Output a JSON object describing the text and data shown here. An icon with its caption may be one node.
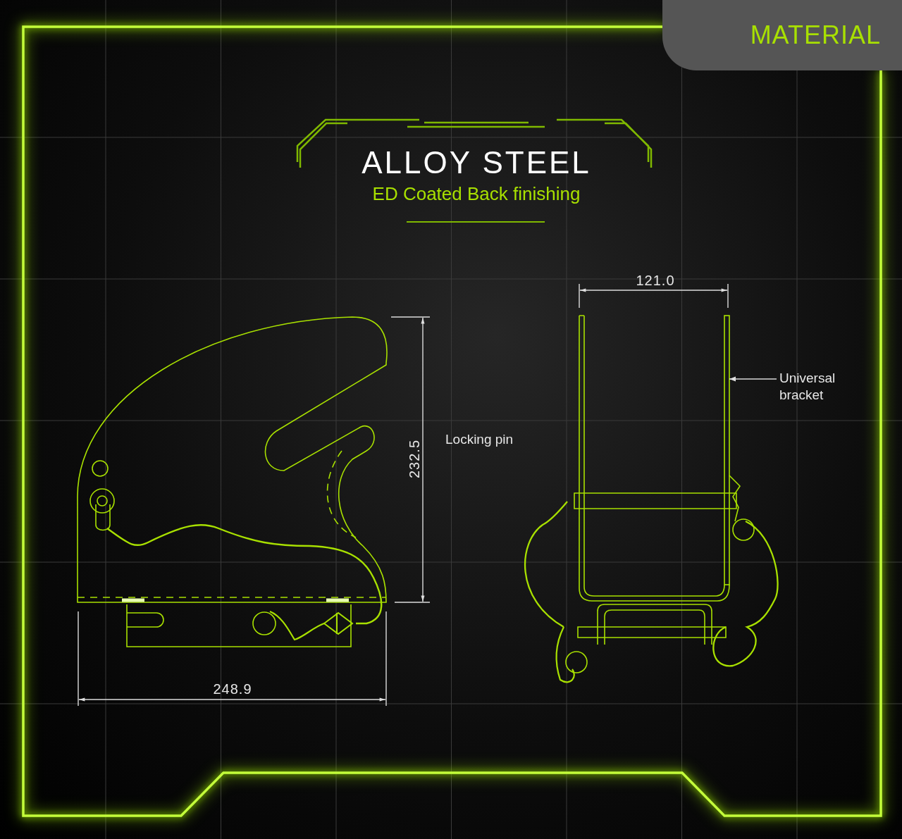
{
  "diagram": {
    "title": "ALLOY STEEL",
    "nodes": [
      {
        "text": [
          "Universal bracket"
        ]
      },
      {
        "text": [],
        "shape": "bar"
      }
    ],
    "edges": [
      {
        "from": 0,
        "to": 1,
        "arrow": "to"
      }
    ],
    "labels": [
      "MATERIAL",
      "ED Coated Back finishing",
      "121.0",
      "Locking pin",
      "232.5",
      "248.9"
    ]
  }
}
